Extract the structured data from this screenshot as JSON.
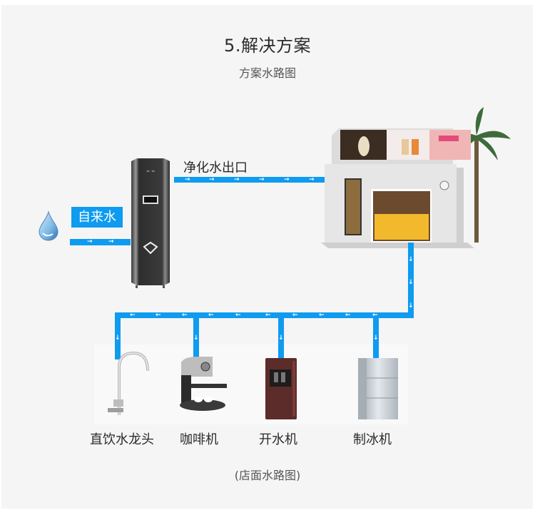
{
  "header": {
    "title": "5.解决方案",
    "subtitle": "方案水路图"
  },
  "flow": {
    "source_label": "自来水",
    "purified_outlet_label": "净化水出口",
    "source_icon": "water-drop-icon",
    "purifier_icon": "water-purifier-icon",
    "store_icon": "tea-shop-storefront-icon",
    "pipe_color": "#0e9bf0"
  },
  "devices": [
    {
      "label": "直饮水龙头",
      "icon": "faucet-icon"
    },
    {
      "label": "咖啡机",
      "icon": "coffee-machine-icon"
    },
    {
      "label": "开水机",
      "icon": "water-boiler-icon"
    },
    {
      "label": "制冰机",
      "icon": "ice-maker-icon"
    }
  ],
  "footer": {
    "caption": "(店面水路图)"
  }
}
